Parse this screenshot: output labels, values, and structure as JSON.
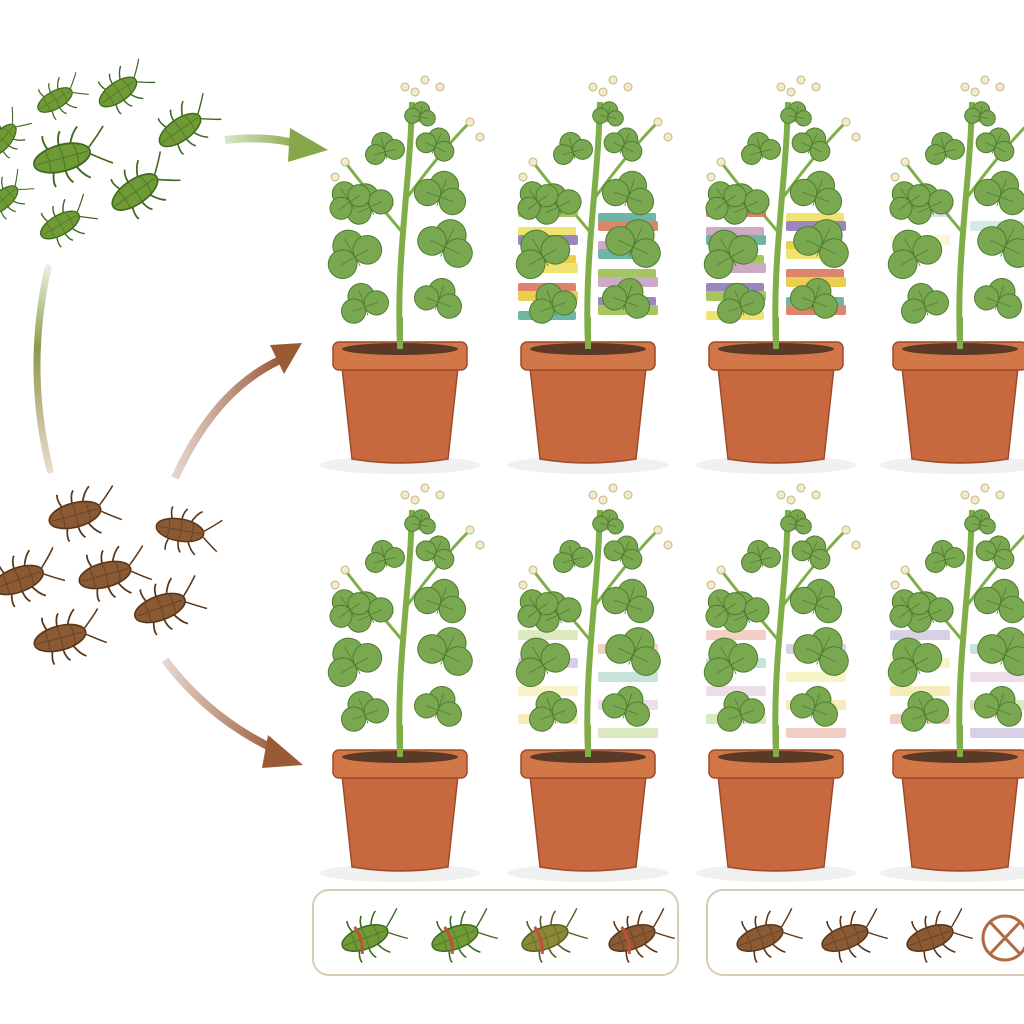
{
  "colors": {
    "background": "#ffffff",
    "green_insect": "#6f9a35",
    "green_insect_dark": "#3f6a1f",
    "brown_insect": "#8a5a34",
    "brown_insect_dark": "#5a3619",
    "green_arrow": "#86a84a",
    "brown_arrow": "#9a5a36",
    "pot": "#c8683f",
    "pot_rim": "#d27748",
    "pot_dark": "#9c4a29",
    "soil": "#5a3a26",
    "stem": "#7fae48",
    "leaf": "#7aa850",
    "leaf_dark": "#4f7d2f",
    "flower": "#f1ead0",
    "legend_border": "#d8cbb8",
    "no_symbol": "#b06a42"
  },
  "groups": [
    {
      "insect_type": "green",
      "plants": [
        {
          "stripes": "none"
        },
        {
          "stripes": "strong"
        },
        {
          "stripes": "strong"
        },
        {
          "stripes": "slight"
        }
      ]
    },
    {
      "insect_type": "brown",
      "plants": [
        {
          "stripes": "none"
        },
        {
          "stripes": "faint"
        },
        {
          "stripes": "faint"
        },
        {
          "stripes": "faint"
        }
      ]
    }
  ],
  "legend": [
    {
      "items": [
        "green-banded",
        "green-banded",
        "olive",
        "brown-banded"
      ]
    },
    {
      "items": [
        "brown",
        "brown",
        "brown",
        "none-symbol"
      ]
    }
  ],
  "stripe_palette": [
    "#e8c93a",
    "#9bbf4e",
    "#d9785a",
    "#8e7bb8",
    "#5fae9a",
    "#f0e060",
    "#c9a0c0"
  ]
}
